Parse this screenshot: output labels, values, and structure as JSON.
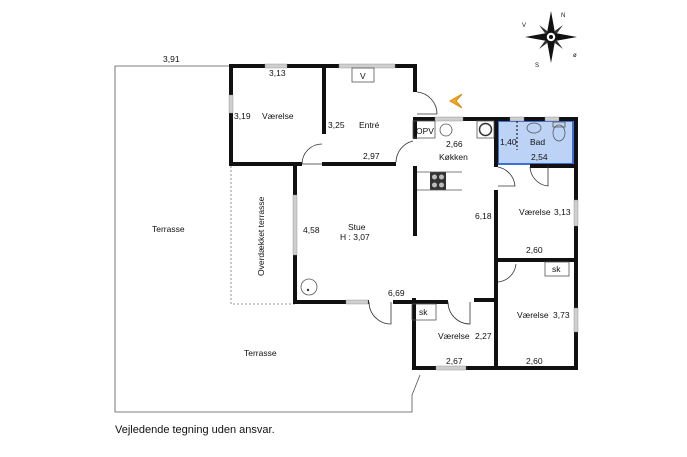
{
  "rooms": {
    "terrace_left": "Terrasse",
    "terrace_bottom": "Terrasse",
    "covered_terrace": "Overdækket terrasse",
    "room_top": "Værelse",
    "entry": "Entré",
    "kitchen": "Køkken",
    "bath": "Bad",
    "living": "Stue",
    "living_height": "H : 3,07",
    "room_right_1": "Værelse",
    "room_right_2": "Værelse",
    "room_bottom": "Værelse",
    "opv": "OPV",
    "v_mark": "V",
    "sk_1": "sk",
    "sk_2": "sk"
  },
  "dimensions": {
    "d_391": "3,91",
    "d_313_top": "3,13",
    "d_319": "3,19",
    "d_325": "3,25",
    "d_297": "2,97",
    "d_266": "2,66",
    "d_140": "1,40",
    "d_254": "2,54",
    "d_618": "6,18",
    "d_313_right": "3,13",
    "d_260_a": "2,60",
    "d_458": "4,58",
    "d_669": "6,69",
    "d_373": "3,73",
    "d_227": "2,27",
    "d_267": "2,67",
    "d_260_b": "2,60"
  },
  "compass": {
    "n": "N",
    "v": "V",
    "s": "S",
    "e": "ø"
  },
  "footer": "Vejledende tegning uden ansvar.",
  "colors": {
    "bath_fill": "#bcd3f5",
    "bath_border": "#3a6fd8",
    "entrance_arrow": "#f5a623"
  }
}
